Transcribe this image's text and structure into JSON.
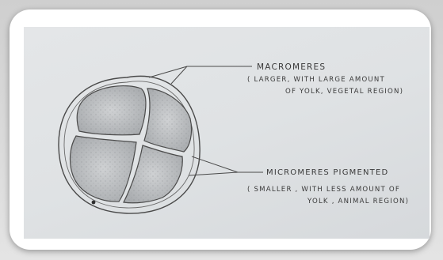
{
  "labels": {
    "macromeres": {
      "title": "MACROMERES",
      "line1": "( LARGER, WITH LARGE AMOUNT",
      "line2": "OF YOLK, VEGETAL REGION)"
    },
    "micromeres": {
      "title": "MICROMERES PIGMENTED",
      "line1": "( SMALLER , WITH LESS AMOUNT OF",
      "line2": "YOLK , ANIMAL REGION)"
    }
  },
  "colors": {
    "ink": "#3a3a3a",
    "paper": "#e1e3e5"
  }
}
